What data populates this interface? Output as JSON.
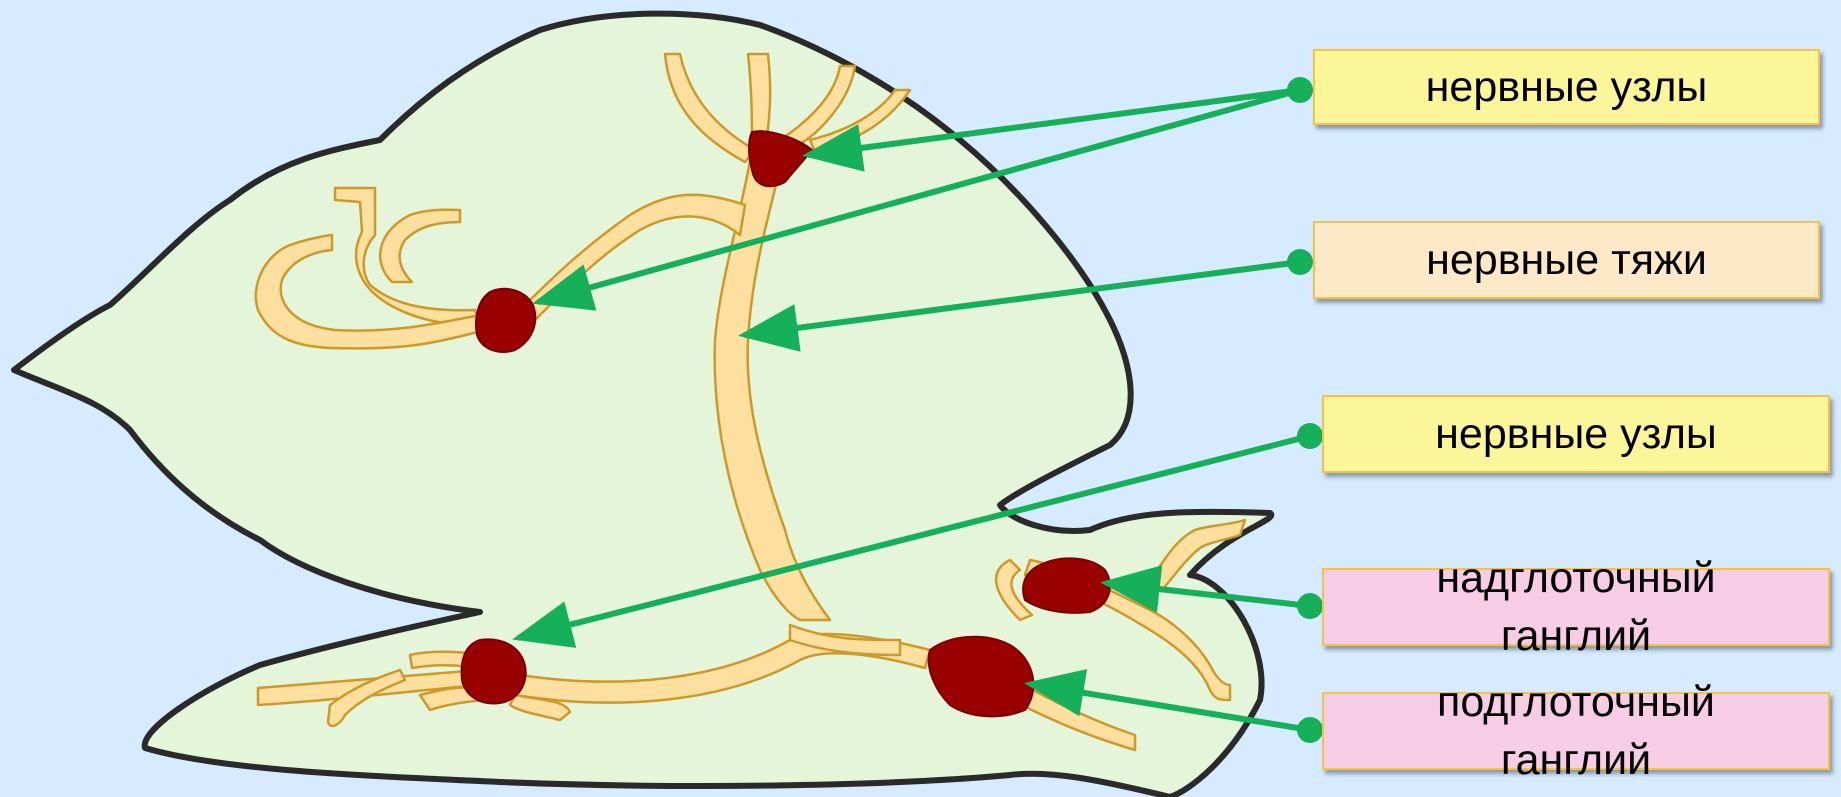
{
  "labels": [
    {
      "id": "nerve-nodes-top",
      "text": "нервные узлы",
      "color": "#fbf69a"
    },
    {
      "id": "nerve-cords",
      "text": "нервные тяжи",
      "color": "#fde9c8"
    },
    {
      "id": "nerve-nodes-middle",
      "text": "нервные узлы",
      "color": "#fbf69a"
    },
    {
      "id": "supraesophageal-ganglion",
      "text": "надглоточный\nганглий",
      "color": "#f7cde6"
    },
    {
      "id": "subesophageal-ganglion",
      "text": "подглоточный\nганглий",
      "color": "#f7cde6"
    }
  ],
  "colors": {
    "background": "#d6ebff",
    "body_fill": "#e4f5da",
    "body_outline": "#2a2a2a",
    "nerve_fill": "#fde0a0",
    "nerve_outline": "#cc9a2a",
    "ganglion": "#990000",
    "arrow": "#16b05a"
  }
}
